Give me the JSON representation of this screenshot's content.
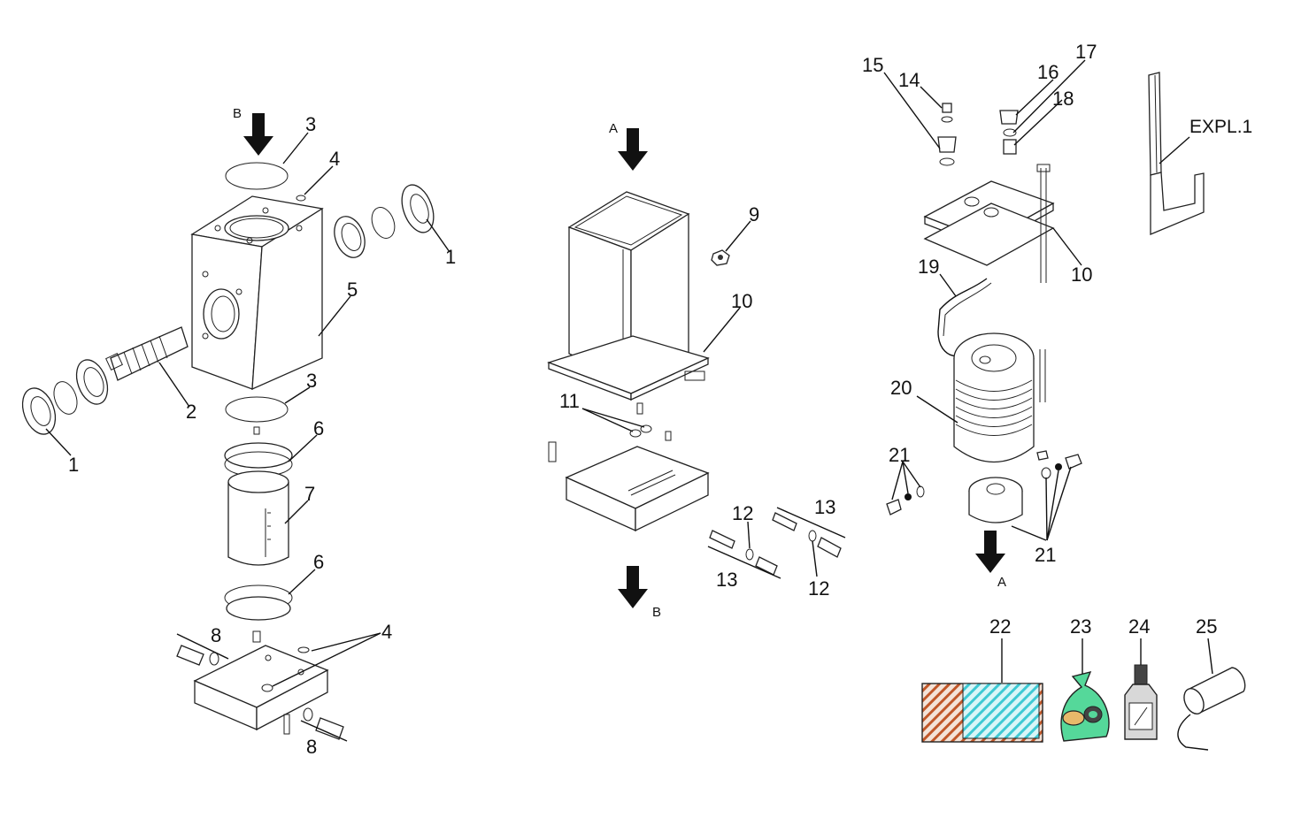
{
  "colors": {
    "line": "#111111",
    "label": "#111111",
    "kit_brown": "#c0582a",
    "kit_cyan": "#3fc9d3",
    "bag_green": "#55d89a",
    "bottle": "#d8d8d8"
  },
  "view_left": {
    "arrow_letter": "B",
    "labels": [
      "1",
      "1",
      "2",
      "3",
      "3",
      "4",
      "4",
      "5",
      "6",
      "6",
      "7",
      "8",
      "8"
    ]
  },
  "view_center": {
    "arrow_top_letter": "A",
    "arrow_bottom_letter": "B",
    "labels": [
      "9",
      "10",
      "11",
      "12",
      "12",
      "13",
      "13"
    ]
  },
  "view_right": {
    "arrow_letter": "A",
    "labels": [
      "10",
      "14",
      "15",
      "16",
      "17",
      "18",
      "19",
      "20",
      "21",
      "21"
    ],
    "tool_label": "EXPL.1"
  },
  "accessories": {
    "labels": [
      "22",
      "23",
      "24",
      "25"
    ],
    "icons": [
      "seal-kit-icon",
      "parts-bag-icon",
      "oil-bottle-icon",
      "cable-icon"
    ]
  }
}
